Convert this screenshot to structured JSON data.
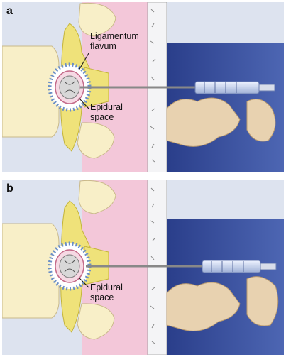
{
  "panels": [
    {
      "letter": "a",
      "labels": [
        "Ligamentum",
        "flavum",
        "Epidural",
        "space"
      ]
    },
    {
      "letter": "b",
      "labels": [
        "Epidural",
        "space"
      ]
    }
  ]
}
